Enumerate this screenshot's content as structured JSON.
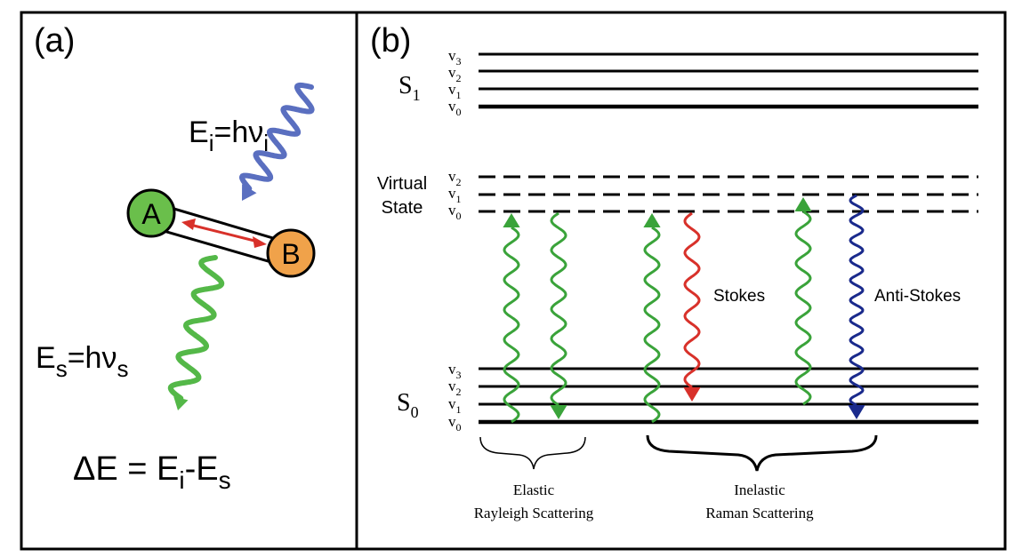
{
  "panel_a": {
    "label": "(a)",
    "incident_energy": {
      "base": "E",
      "sub": "i",
      "eq": "=hν",
      "sub2": "i"
    },
    "scattered_energy": {
      "base": "E",
      "sub": "s",
      "eq": "=hν",
      "sub2": "s"
    },
    "delta_e": {
      "lhs": "ΔE",
      "eq": " = E",
      "sub": "i",
      "minus": "-E",
      "sub2": "s"
    },
    "atom_a": "A",
    "atom_b": "B"
  },
  "panel_b": {
    "label": "(b)",
    "s1": {
      "letter": "S",
      "sub": "1"
    },
    "s0": {
      "letter": "S",
      "sub": "0"
    },
    "virtual_state": [
      "Virtual",
      "State"
    ],
    "vib_labels": [
      "v3",
      "v2",
      "v1",
      "v0"
    ],
    "virtual_vib_labels": [
      "v2",
      "v1",
      "v0"
    ],
    "stokes": "Stokes",
    "anti_stokes": "Anti-Stokes",
    "elastic": [
      "Elastic",
      "Rayleigh Scattering"
    ],
    "inelastic": [
      "Inelastic",
      "Raman Scattering"
    ]
  },
  "colors": {
    "green": "#3aa33a",
    "red": "#d8312a",
    "blue": "#1a2a8c",
    "photon_blue": "#5a6fc0",
    "photon_green": "#54b848",
    "atom_a": "#6abf4b",
    "atom_b": "#f0a24a",
    "bond_arrow": "#d8312a"
  }
}
